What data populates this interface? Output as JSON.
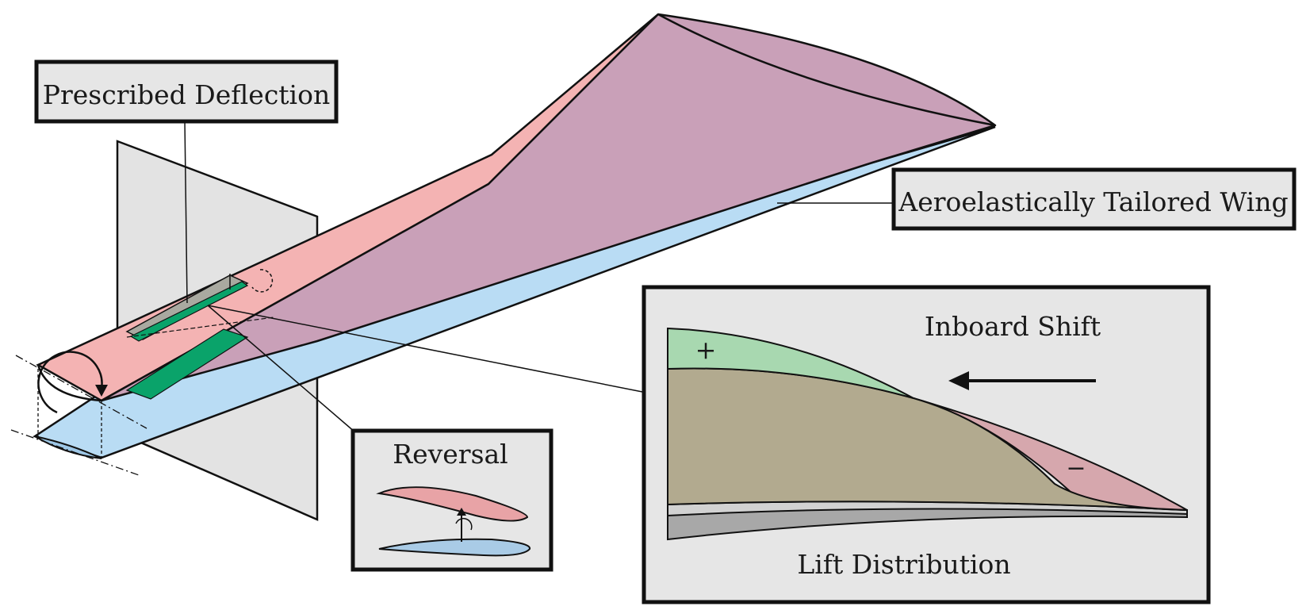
{
  "labels": {
    "prescribed_deflection": "Prescribed Deflection",
    "tailored_wing": "Aeroelastically Tailored Wing",
    "reversal": "Reversal",
    "inboard_shift": "Inboard Shift",
    "lift_distribution": "Lift Distribution",
    "plus_sign": "+",
    "minus_sign": "−"
  },
  "colors": {
    "upper_surface": "#f4b3b3",
    "wing_top": "#c9a0b8",
    "lower_surface": "#b9dcf4",
    "flap": "#0aa36a",
    "panel": "#e6e6e6",
    "lift_positive": "#a8d8b0",
    "lift_common": "#b2aa8f",
    "lift_negative": "#d6a7ad"
  }
}
